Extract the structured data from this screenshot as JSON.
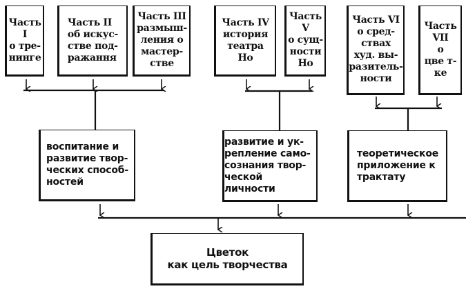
{
  "parts": [
    {
      "id": "part-1",
      "text": "Часть\nI\nо тре-\nнинге"
    },
    {
      "id": "part-2",
      "text": "Часть II\nоб искус-\nстве под-\nражання"
    },
    {
      "id": "part-3",
      "text": "Часть III\nразмыш-\nления о\nмастер-\nстве"
    },
    {
      "id": "part-4",
      "text": "Часть IV\nистория\nтеатра\nНо"
    },
    {
      "id": "part-5",
      "text": "Часть\nV\nо сущ-\nности\nНо"
    },
    {
      "id": "part-6",
      "text": "Часть VI\nо сред-\nствах\nхуд. вы-\nразитель-\nности"
    },
    {
      "id": "part-7",
      "text": "Часть\nVII\nо\nцве т-\nке"
    }
  ],
  "groups": [
    {
      "id": "group-1",
      "text": "воспитание и\nразвитие твор-\nческих способ-\n    ностей"
    },
    {
      "id": "group-2",
      "text": "развитие и ук-\nрепление само-\nсознания твор-\nческой личности"
    },
    {
      "id": "group-3",
      "text": "теоретическое\nприложение к\n     трактату"
    }
  ],
  "goal": {
    "text": "Цветок\nкак цель творчества"
  }
}
